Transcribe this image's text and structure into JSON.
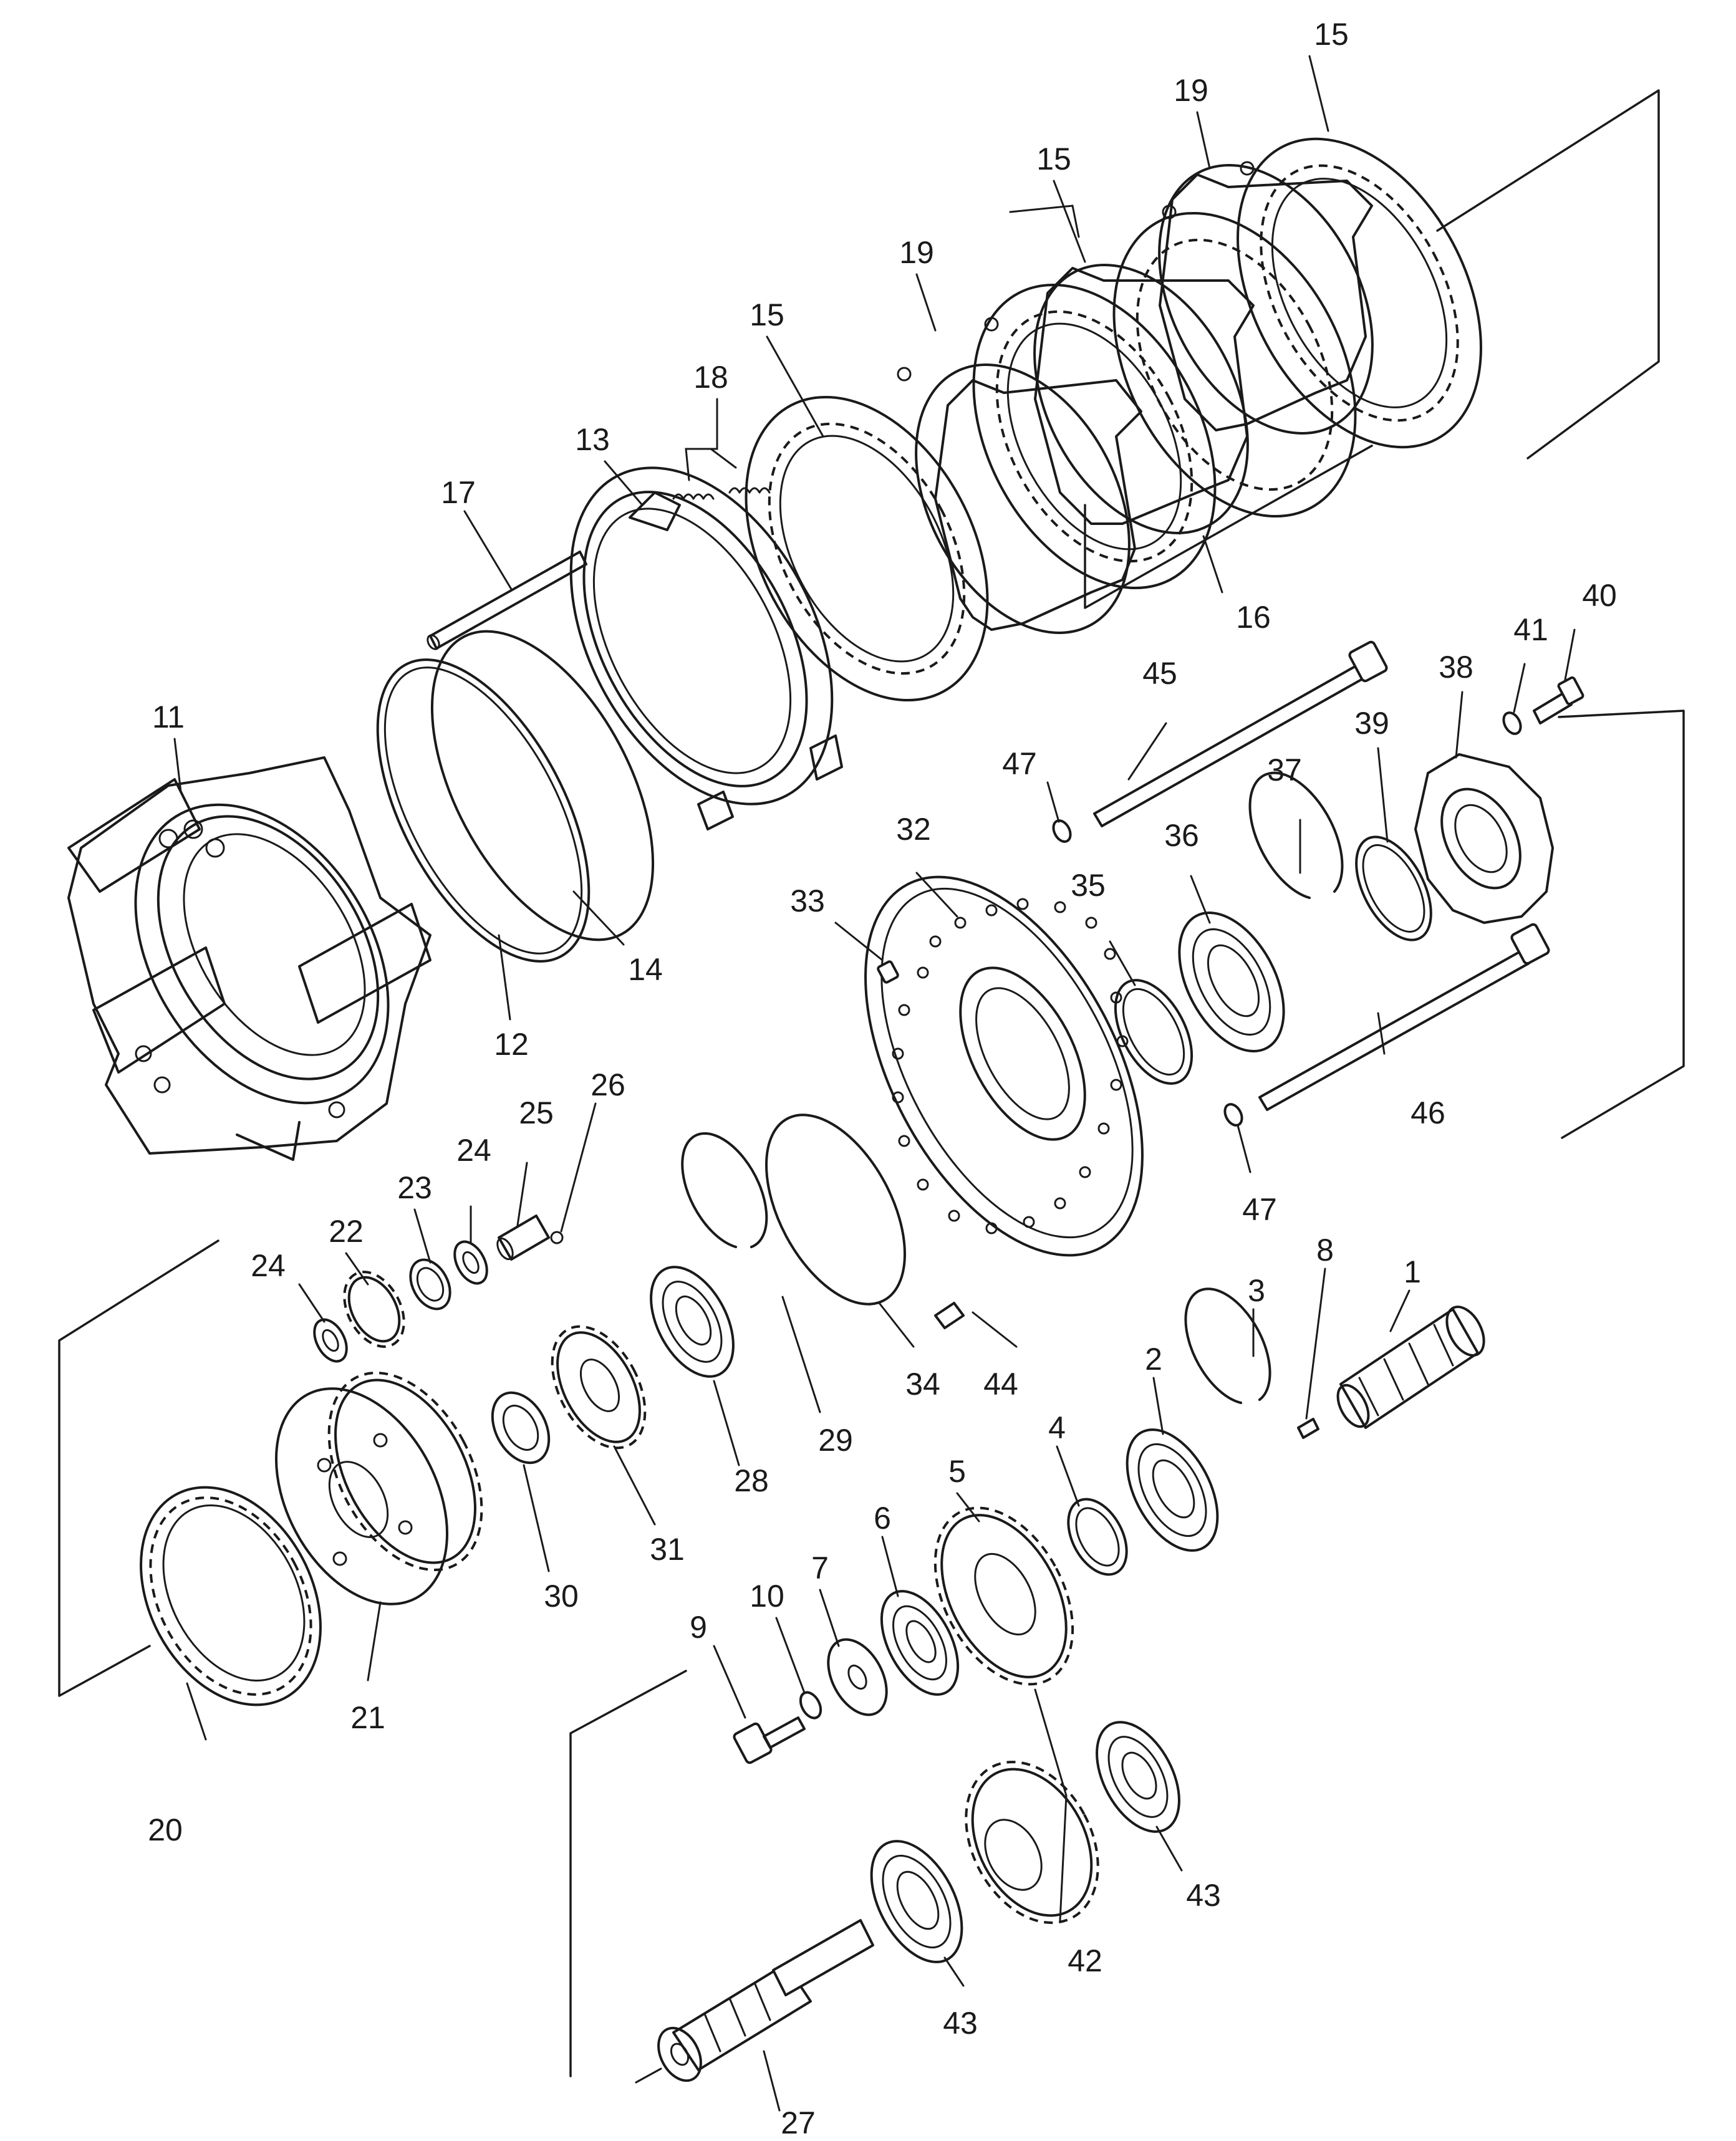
{
  "callouts": {
    "c1": "1",
    "c2": "2",
    "c3": "3",
    "c4": "4",
    "c5": "5",
    "c6": "6",
    "c7": "7",
    "c8": "8",
    "c9": "9",
    "c10": "10",
    "c11": "11",
    "c12": "12",
    "c13": "13",
    "c14": "14",
    "c15a": "15",
    "c15b": "15",
    "c15c": "15",
    "c16": "16",
    "c17": "17",
    "c18": "18",
    "c19a": "19",
    "c19b": "19",
    "c20": "20",
    "c21": "21",
    "c22": "22",
    "c23": "23",
    "c24a": "24",
    "c24b": "24",
    "c25": "25",
    "c26": "26",
    "c27": "27",
    "c28": "28",
    "c29": "29",
    "c30": "30",
    "c31": "31",
    "c32": "32",
    "c33": "33",
    "c34": "34",
    "c35": "35",
    "c36": "36",
    "c37": "37",
    "c38": "38",
    "c39": "39",
    "c40": "40",
    "c41": "41",
    "c42": "42",
    "c43a": "43",
    "c43b": "43",
    "c44": "44",
    "c45": "45",
    "c46": "46",
    "c47a": "47",
    "c47b": "47"
  }
}
